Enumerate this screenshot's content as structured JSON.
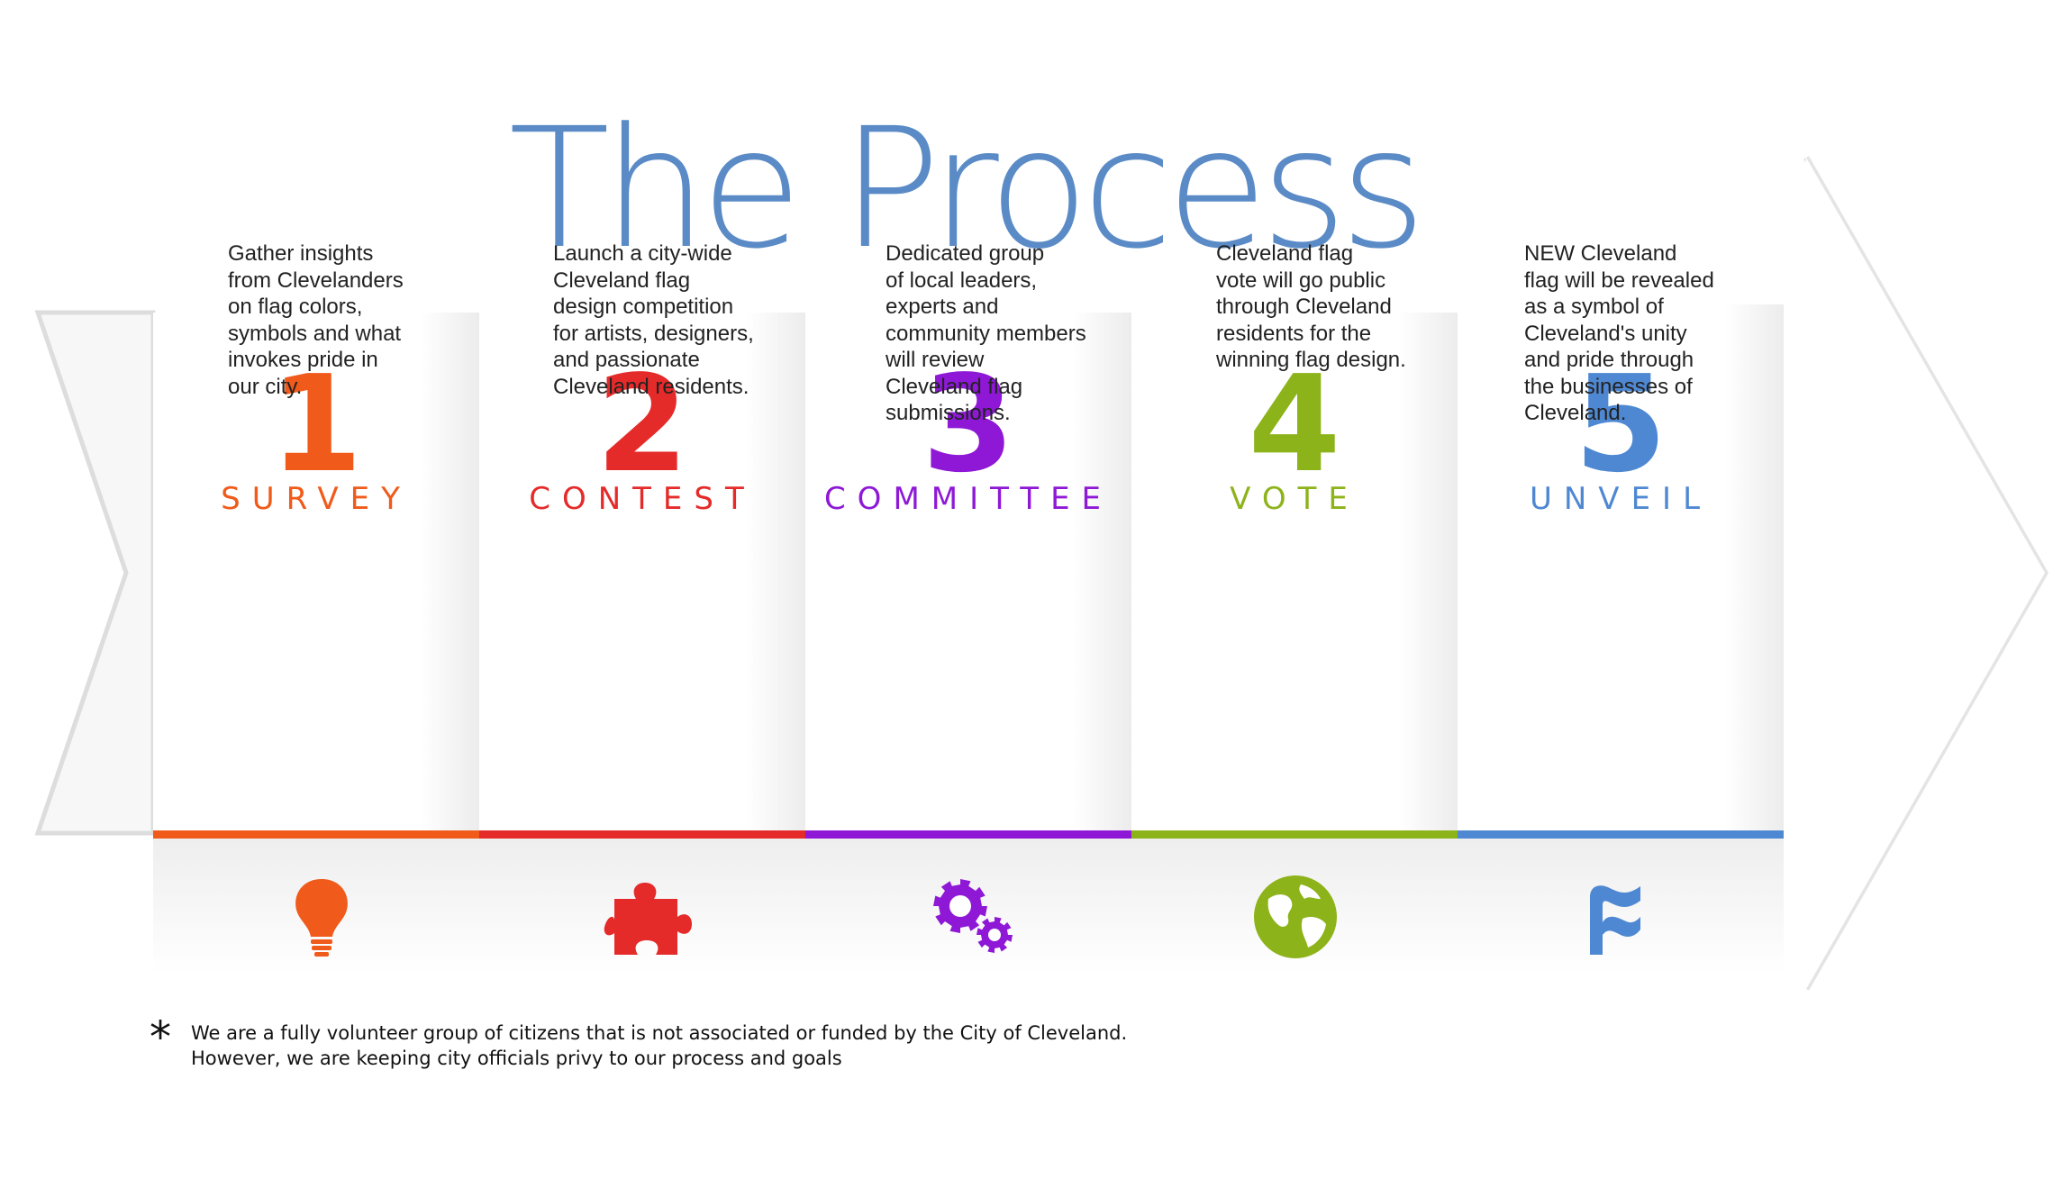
{
  "title": "The Process",
  "steps": [
    {
      "number": "1",
      "label": "SURVEY",
      "desc": "Gather insights\nfrom Clevelanders\non flag colors,\nsymbols and what\ninvokes pride in\nour city.",
      "color": "#f05a1a",
      "icon": "lightbulb-icon"
    },
    {
      "number": "2",
      "label": "CONTEST",
      "desc": "Launch a city-wide\nCleveland flag\ndesign competition\nfor artists, designers,\nand passionate\nCleveland residents.",
      "color": "#e52a2a",
      "icon": "puzzle-piece-icon"
    },
    {
      "number": "3",
      "label": "COMMITTEE",
      "desc": "Dedicated group\nof local leaders,\nexperts and\ncommunity members\nwill review\nCleveland flag\nsubmissions.",
      "color": "#8e18d6",
      "icon": "gears-icon"
    },
    {
      "number": "4",
      "label": "VOTE",
      "desc": "Cleveland flag\nvote will go public\nthrough Cleveland\nresidents for the\nwinning flag design.",
      "color": "#8db31a",
      "icon": "globe-icon"
    },
    {
      "number": "5",
      "label": "UNVEIL",
      "desc": "NEW Cleveland\nflag will be revealed\nas a symbol of\nCleveland's unity\nand pride through\nthe businesses of\nCleveland.",
      "color": "#4f88d2",
      "icon": "wave-logo-icon"
    }
  ],
  "footnote": {
    "marker": "*",
    "line1": "We are a fully volunteer group of citizens that is not associated or funded by the City of Cleveland.",
    "line2": "However, we are keeping city officials privy to our process and goals"
  }
}
